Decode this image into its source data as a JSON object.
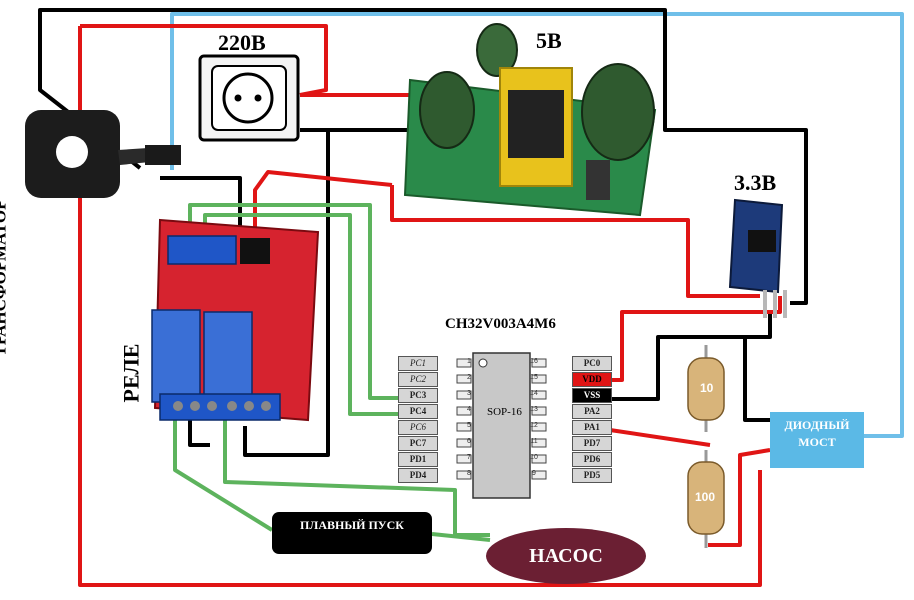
{
  "labels": {
    "mains": "220В",
    "psu5": "5В",
    "ldo33": "3.3В",
    "transformer": "ТРАНСФОРМАТОР",
    "relay": "РЕЛЕ",
    "mcu": "CH32V003A4M6",
    "package": "SOP-16",
    "soft_start": "ПЛАВНЫЙ ПУСК",
    "pump": "НАСОС",
    "bridge": "ДИОДНЫЙ МОСТ",
    "r1": "10",
    "r2": "100"
  },
  "left_pins": [
    {
      "num": "1",
      "name": "PC1"
    },
    {
      "num": "2",
      "name": "PC2"
    },
    {
      "num": "3",
      "name": "PC3"
    },
    {
      "num": "4",
      "name": "PC4"
    },
    {
      "num": "5",
      "name": "PC6"
    },
    {
      "num": "6",
      "name": "PC7"
    },
    {
      "num": "7",
      "name": "PD1"
    },
    {
      "num": "8",
      "name": "PD4"
    }
  ],
  "right_pins": [
    {
      "num": "16",
      "name": "PC0"
    },
    {
      "num": "15",
      "name": "VDD"
    },
    {
      "num": "14",
      "name": "VSS"
    },
    {
      "num": "13",
      "name": "PA2"
    },
    {
      "num": "12",
      "name": "PA1"
    },
    {
      "num": "11",
      "name": "PD7"
    },
    {
      "num": "10",
      "name": "PD6"
    },
    {
      "num": "9",
      "name": "PD5"
    }
  ],
  "colors": {
    "wire_red": "#e01515",
    "wire_black": "#000000",
    "wire_green": "#5db35d",
    "wire_blue": "#6fbfe9",
    "pump": "#6b1f33",
    "bridge": "#5bb9e6",
    "relay_board": "#d6232f",
    "psu_board": "#2a8a4a",
    "ldo_board": "#1d3a7a"
  }
}
